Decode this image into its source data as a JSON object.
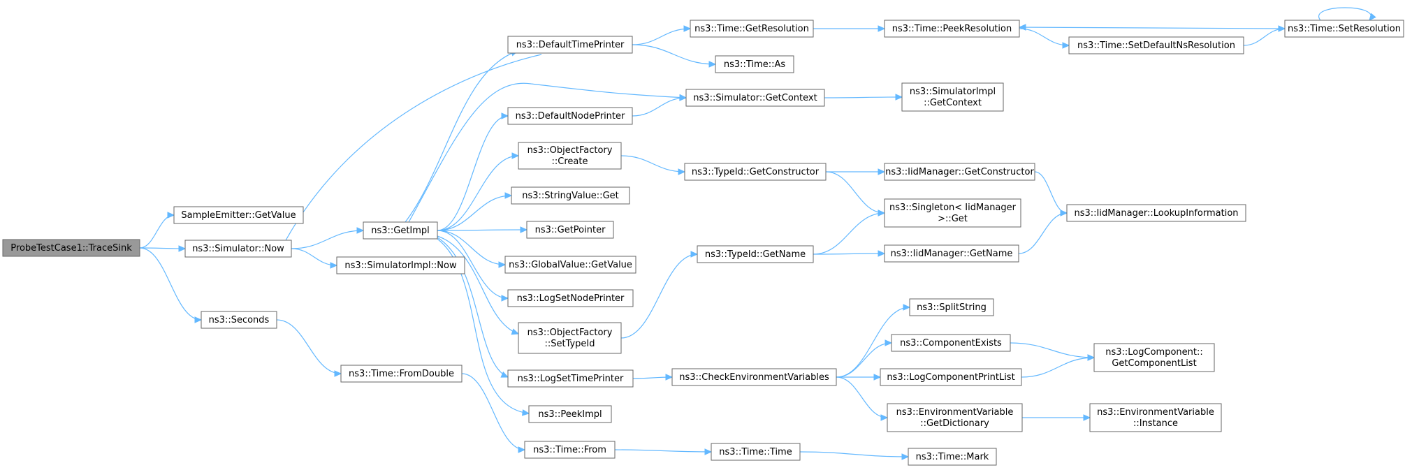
{
  "graph": {
    "nodes": [
      {
        "id": "tracesink",
        "lines": [
          "ProbeTestCase1::TraceSink"
        ],
        "root": true
      },
      {
        "id": "sample_getvalue",
        "lines": [
          "SampleEmitter::GetValue"
        ]
      },
      {
        "id": "sim_now",
        "lines": [
          "ns3::Simulator::Now"
        ]
      },
      {
        "id": "seconds",
        "lines": [
          "ns3::Seconds"
        ]
      },
      {
        "id": "getimpl",
        "lines": [
          "ns3::GetImpl"
        ]
      },
      {
        "id": "simimpl_now",
        "lines": [
          "ns3::SimulatorImpl::Now"
        ]
      },
      {
        "id": "fromdouble",
        "lines": [
          "ns3::Time::FromDouble"
        ]
      },
      {
        "id": "defaulttimeprinter",
        "lines": [
          "ns3::DefaultTimePrinter"
        ]
      },
      {
        "id": "defaultnodeprinter",
        "lines": [
          "ns3::DefaultNodePrinter"
        ]
      },
      {
        "id": "of_create",
        "lines": [
          "ns3::ObjectFactory",
          "::Create"
        ]
      },
      {
        "id": "stringvalue_get",
        "lines": [
          "ns3::StringValue::Get"
        ]
      },
      {
        "id": "getpointer",
        "lines": [
          "ns3::GetPointer"
        ]
      },
      {
        "id": "globalvalue_getvalue",
        "lines": [
          "ns3::GlobalValue::GetValue"
        ]
      },
      {
        "id": "logsetnodeprinter",
        "lines": [
          "ns3::LogSetNodePrinter"
        ]
      },
      {
        "id": "of_settypeid",
        "lines": [
          "ns3::ObjectFactory",
          "::SetTypeId"
        ]
      },
      {
        "id": "logsettimeprinter",
        "lines": [
          "ns3::LogSetTimePrinter"
        ]
      },
      {
        "id": "peekimpl",
        "lines": [
          "ns3::PeekImpl"
        ]
      },
      {
        "id": "time_from",
        "lines": [
          "ns3::Time::From"
        ]
      },
      {
        "id": "time_getresolution",
        "lines": [
          "ns3::Time::GetResolution"
        ]
      },
      {
        "id": "time_as",
        "lines": [
          "ns3::Time::As"
        ]
      },
      {
        "id": "sim_getcontext",
        "lines": [
          "ns3::Simulator::GetContext"
        ]
      },
      {
        "id": "typeid_getconstructor",
        "lines": [
          "ns3::TypeId::GetConstructor"
        ]
      },
      {
        "id": "typeid_getname",
        "lines": [
          "ns3::TypeId::GetName"
        ]
      },
      {
        "id": "checkenv",
        "lines": [
          "ns3::CheckEnvironmentVariables"
        ]
      },
      {
        "id": "time_time",
        "lines": [
          "ns3::Time::Time"
        ]
      },
      {
        "id": "time_peekresolution",
        "lines": [
          "ns3::Time::PeekResolution"
        ]
      },
      {
        "id": "simimpl_getcontext",
        "lines": [
          "ns3::SimulatorImpl",
          "::GetContext"
        ]
      },
      {
        "id": "iid_getconstructor",
        "lines": [
          "ns3::IidManager::GetConstructor"
        ]
      },
      {
        "id": "singleton_get",
        "lines": [
          "ns3::Singleton< IidManager",
          ">::Get"
        ]
      },
      {
        "id": "iid_getname",
        "lines": [
          "ns3::IidManager::GetName"
        ]
      },
      {
        "id": "splitstring",
        "lines": [
          "ns3::SplitString"
        ]
      },
      {
        "id": "componentexists",
        "lines": [
          "ns3::ComponentExists"
        ]
      },
      {
        "id": "logcomponentprintlist",
        "lines": [
          "ns3::LogComponentPrintList"
        ]
      },
      {
        "id": "envvar_getdictionary",
        "lines": [
          "ns3::EnvironmentVariable",
          "::GetDictionary"
        ]
      },
      {
        "id": "time_mark",
        "lines": [
          "ns3::Time::Mark"
        ]
      },
      {
        "id": "time_setdefaultns",
        "lines": [
          "ns3::Time::SetDefaultNsResolution"
        ]
      },
      {
        "id": "iid_lookupinformation",
        "lines": [
          "ns3::IidManager::LookupInformation"
        ]
      },
      {
        "id": "logcomponent_getcomponentlist",
        "lines": [
          "ns3::LogComponent::",
          "GetComponentList"
        ]
      },
      {
        "id": "envvar_instance",
        "lines": [
          "ns3::EnvironmentVariable",
          "::Instance"
        ]
      },
      {
        "id": "time_setresolution",
        "lines": [
          "ns3::Time::SetResolution"
        ]
      }
    ],
    "edges": [
      {
        "from": "tracesink",
        "to": "sample_getvalue"
      },
      {
        "from": "tracesink",
        "to": "sim_now"
      },
      {
        "from": "tracesink",
        "to": "seconds"
      },
      {
        "from": "sim_now",
        "to": "getimpl"
      },
      {
        "from": "sim_now",
        "to": "simimpl_now"
      },
      {
        "from": "seconds",
        "to": "fromdouble"
      },
      {
        "from": "fromdouble",
        "to": "time_from"
      },
      {
        "from": "time_from",
        "to": "time_time"
      },
      {
        "from": "time_time",
        "to": "time_mark"
      },
      {
        "from": "defaulttimeprinter",
        "to": "sim_now"
      },
      {
        "from": "defaulttimeprinter",
        "to": "time_getresolution"
      },
      {
        "from": "defaulttimeprinter",
        "to": "time_as"
      },
      {
        "from": "getimpl",
        "to": "defaulttimeprinter"
      },
      {
        "from": "getimpl",
        "to": "sim_getcontext"
      },
      {
        "from": "getimpl",
        "to": "defaultnodeprinter"
      },
      {
        "from": "getimpl",
        "to": "of_create"
      },
      {
        "from": "getimpl",
        "to": "stringvalue_get"
      },
      {
        "from": "getimpl",
        "to": "getpointer"
      },
      {
        "from": "getimpl",
        "to": "globalvalue_getvalue"
      },
      {
        "from": "getimpl",
        "to": "logsetnodeprinter"
      },
      {
        "from": "getimpl",
        "to": "of_settypeid"
      },
      {
        "from": "getimpl",
        "to": "logsettimeprinter"
      },
      {
        "from": "getimpl",
        "to": "peekimpl"
      },
      {
        "from": "defaultnodeprinter",
        "to": "sim_getcontext"
      },
      {
        "from": "sim_getcontext",
        "to": "simimpl_getcontext"
      },
      {
        "from": "of_create",
        "to": "typeid_getconstructor"
      },
      {
        "from": "of_settypeid",
        "to": "typeid_getname"
      },
      {
        "from": "typeid_getconstructor",
        "to": "iid_getconstructor"
      },
      {
        "from": "typeid_getconstructor",
        "to": "singleton_get"
      },
      {
        "from": "typeid_getname",
        "to": "singleton_get"
      },
      {
        "from": "typeid_getname",
        "to": "iid_getname"
      },
      {
        "from": "iid_getconstructor",
        "to": "iid_lookupinformation"
      },
      {
        "from": "iid_getname",
        "to": "iid_lookupinformation"
      },
      {
        "from": "logsettimeprinter",
        "to": "checkenv"
      },
      {
        "from": "checkenv",
        "to": "splitstring"
      },
      {
        "from": "checkenv",
        "to": "componentexists"
      },
      {
        "from": "checkenv",
        "to": "logcomponentprintlist"
      },
      {
        "from": "checkenv",
        "to": "envvar_getdictionary"
      },
      {
        "from": "componentexists",
        "to": "logcomponent_getcomponentlist"
      },
      {
        "from": "logcomponentprintlist",
        "to": "logcomponent_getcomponentlist"
      },
      {
        "from": "envvar_getdictionary",
        "to": "envvar_instance"
      },
      {
        "from": "time_getresolution",
        "to": "time_peekresolution"
      },
      {
        "from": "time_peekresolution",
        "to": "time_setdefaultns"
      },
      {
        "from": "time_setdefaultns",
        "to": "time_setresolution"
      },
      {
        "from": "time_setresolution",
        "to": "time_peekresolution"
      },
      {
        "from": "time_setresolution",
        "to": "time_setresolution"
      }
    ]
  }
}
